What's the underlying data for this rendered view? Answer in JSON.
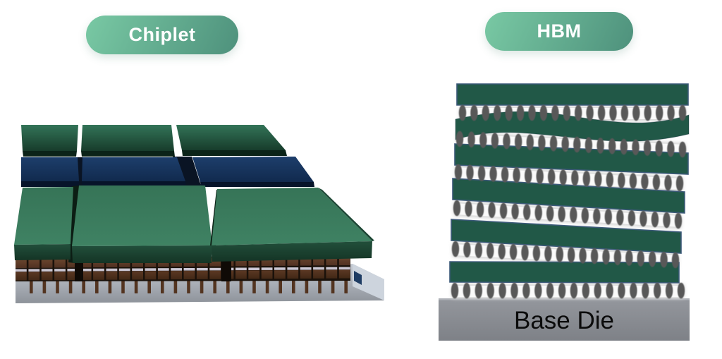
{
  "chiplet_panel": {
    "label": "Chiplet",
    "badge": {
      "gradient_start": "#79c9a4",
      "gradient_end": "#4e917c",
      "text_color": "#ffffff"
    },
    "diagram": {
      "die_grid": "3x3",
      "row_colors": {
        "back_die_top": "#317256",
        "middle_die_top": "#1d3e6b",
        "front_die_top": "#3c7f60"
      },
      "die_front_face_color": "#214d3a",
      "bump_color": "#5f3b27",
      "bump_columns": 26,
      "stripe_color": "#cac6d2",
      "pin_color": "#533420",
      "pin_count": 25,
      "substrate_color": "#c6cbd3",
      "substrate_side_color": "#cdd4dd",
      "interposer_accent_color": "#1e3c63"
    }
  },
  "hbm_panel": {
    "label": "HBM",
    "badge": {
      "gradient_start": "#79c9a4",
      "gradient_end": "#4e917c",
      "text_color": "#ffffff"
    },
    "diagram": {
      "die_count": 6,
      "die_color": "#215847",
      "die_border_color": "#3d5a7a",
      "bump_rows": 6,
      "bumps_per_row": 20,
      "bump_color": "#595959",
      "base_die_label": "Base Die",
      "base_die_color": "#85888e",
      "base_die_highlight": "#aeb1b7",
      "base_die_text_color": "#0b0b0b"
    }
  }
}
